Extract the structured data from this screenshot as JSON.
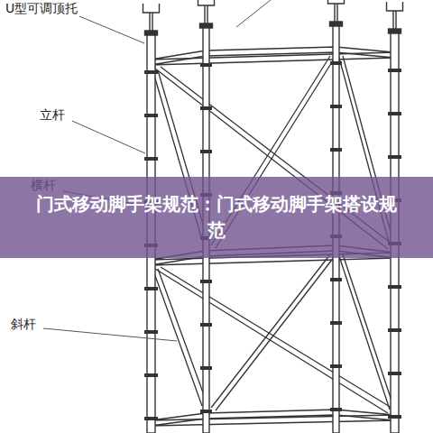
{
  "diagram": {
    "nodes": [
      {
        "text": [
          "门式移动脚手架规范：门式移动脚手架搭设规范"
        ]
      }
    ],
    "labels": [
      "U型可调顶托",
      "立杆",
      "横杆",
      "斜杆"
    ]
  }
}
